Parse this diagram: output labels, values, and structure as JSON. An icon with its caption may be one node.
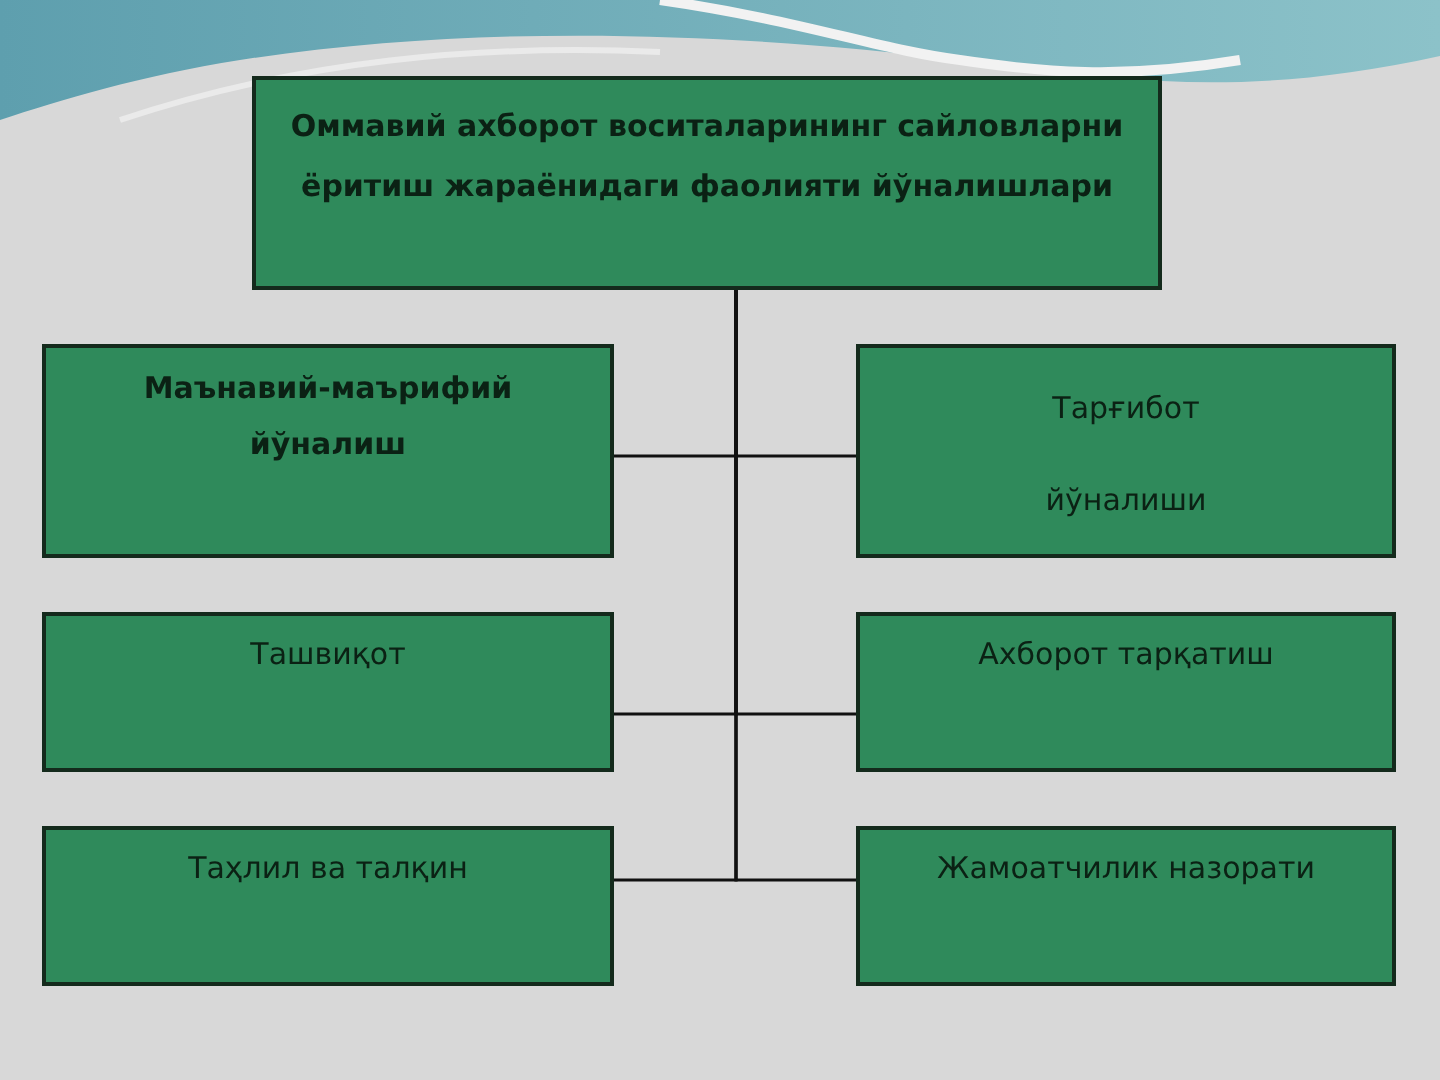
{
  "diagram": {
    "nodes": [
      {
        "text": [
          "Оммавий ахборот воситаларининг сайловларни ёритиш жараёнидаги фаолияти йўналишлари"
        ]
      },
      {
        "text": [
          "Маънавий-маърифий йўналиш"
        ]
      },
      {
        "text": [
          "Тарғибот йўналиши"
        ]
      },
      {
        "text": [
          "Ташвиқот"
        ]
      },
      {
        "text": [
          "Ахборот тарқатиш"
        ]
      },
      {
        "text": [
          "Таҳлил ва талқин"
        ]
      },
      {
        "text": [
          "Жамоатчилик назорати"
        ]
      }
    ],
    "edges": [
      {
        "from": 0,
        "to": 1,
        "arrow": "none"
      },
      {
        "from": 0,
        "to": 2,
        "arrow": "none"
      },
      {
        "from": 0,
        "to": 3,
        "arrow": "none"
      },
      {
        "from": 0,
        "to": 4,
        "arrow": "none"
      },
      {
        "from": 0,
        "to": 5,
        "arrow": "none"
      },
      {
        "from": 0,
        "to": 6,
        "arrow": "none"
      }
    ]
  }
}
